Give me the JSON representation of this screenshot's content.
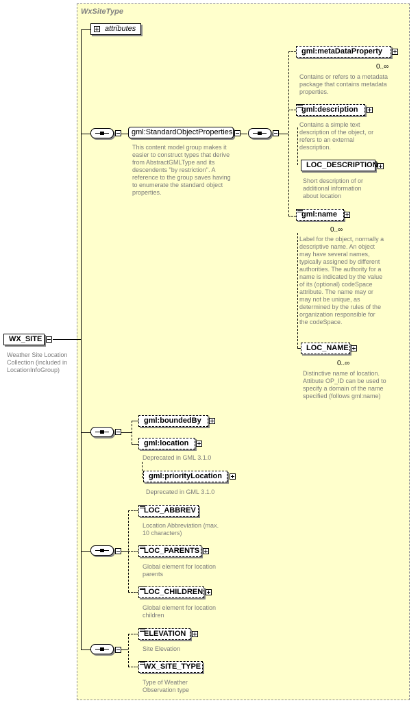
{
  "type_name": "WxSiteType",
  "attributes_label": "attributes",
  "root": {
    "name": "WX_SITE",
    "doc": "Weather Site Location Collection (included in LocationInfoGroup)"
  },
  "group": {
    "name": "gml:StandardObjectProperties",
    "doc": "This content model group makes it easier to construct types that derive from AbstractGMLType and its descendents \"by restriction\". A reference to the group saves having to enumerate the standard object properties."
  },
  "std_elements": [
    {
      "name": "gml:metaDataProperty",
      "card": "0..∞",
      "doc": "Contains or refers to a metadata package that contains metadata properties."
    },
    {
      "name": "gml:description",
      "card": "",
      "doc": "Contains a simple text description of the object, or refers to an external description."
    },
    {
      "name": "LOC_DESCRIPTION",
      "card": "",
      "doc": "Short description of or additional information about location"
    },
    {
      "name": "gml:name",
      "card": "0..∞",
      "doc": "Label for the object, normally a descriptive name. An object may have several names, typically assigned by different authorities. The authority for a name is indicated by the value of its (optional) codeSpace attribute. The name may or may not be unique, as determined by the rules of the organization responsible for the codeSpace."
    },
    {
      "name": "LOC_NAME",
      "card": "0..∞",
      "doc": "Distinctive name of location. Attibute OP_ID can be used to specify a domain of the name specified (follows gml:name)"
    }
  ],
  "seq2": [
    {
      "name": "gml:boundedBy",
      "doc": ""
    },
    {
      "name": "gml:location",
      "doc": "Deprecated in GML 3.1.0"
    },
    {
      "name": "gml:priorityLocation",
      "doc": "Deprecated in GML 3.1.0"
    }
  ],
  "seq3": [
    {
      "name": "LOC_ABBREV",
      "doc": "Location Abbreviation (max. 10 characters)"
    },
    {
      "name": "LOC_PARENTS",
      "doc": "Global element for location parents"
    },
    {
      "name": "LOC_CHILDREN",
      "doc": "Global element for location children"
    }
  ],
  "seq4": [
    {
      "name": "ELEVATION",
      "doc": "Site Elevation"
    },
    {
      "name": "WX_SITE_TYPE",
      "doc": "Type of Weather Observation type"
    }
  ]
}
